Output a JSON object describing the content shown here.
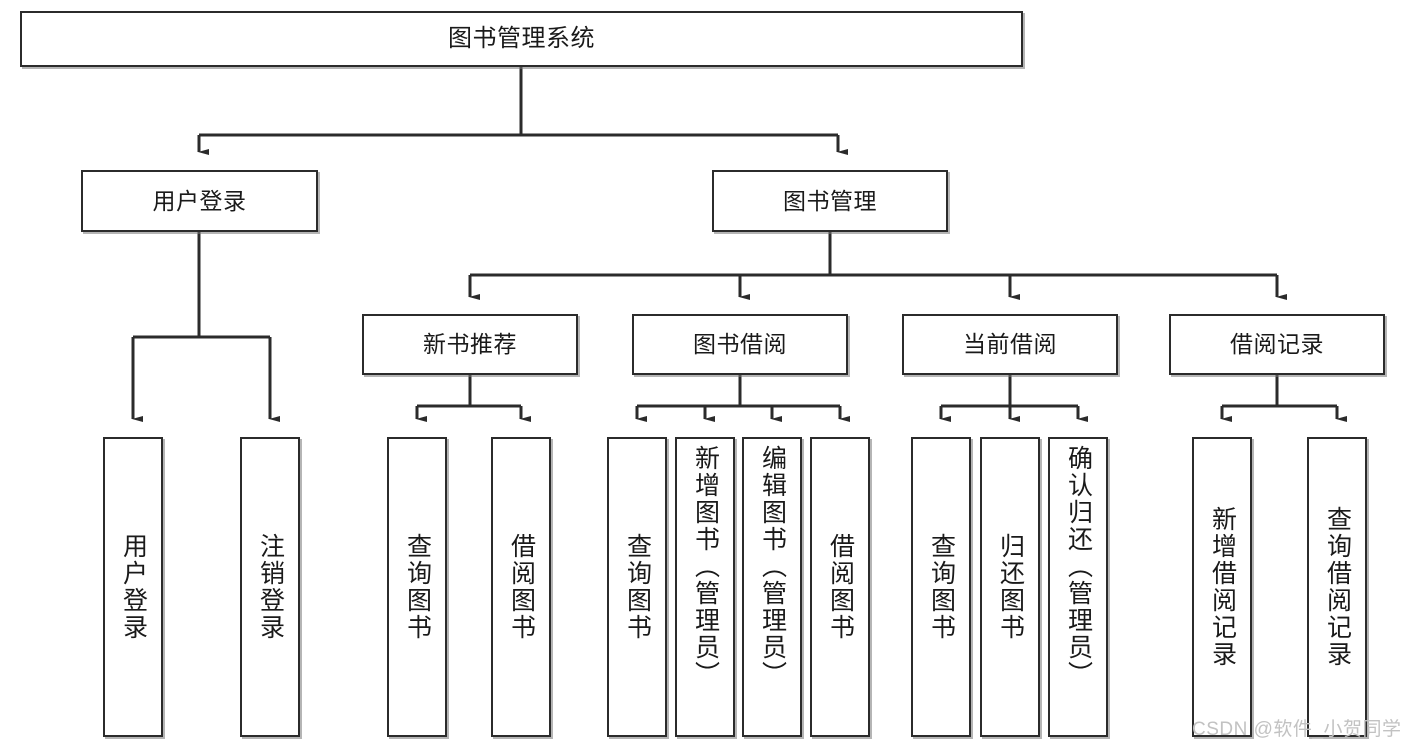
{
  "diagram": {
    "type": "hierarchy-tree",
    "title": "图书管理系统",
    "watermark": "CSDN @软件_小贺同学",
    "colors": {
      "box_border": "#2b2b2b",
      "box_fill": "#ffffff",
      "connector": "#2b2b2b",
      "text": "#1a1a1a",
      "watermark": "#c2c2c2",
      "background": "#ffffff"
    },
    "levels": {
      "root": "图书管理系统",
      "level2": [
        "用户登录",
        "图书管理"
      ],
      "level3": [
        "新书推荐",
        "图书借阅",
        "当前借阅",
        "借阅记录"
      ]
    },
    "nodes": {
      "root": {
        "label": "图书管理系统"
      },
      "user_login": {
        "label": "用户登录"
      },
      "book_mgmt": {
        "label": "图书管理"
      },
      "new_book_rec": {
        "label": "新书推荐"
      },
      "book_borrow": {
        "label": "图书借阅"
      },
      "current_borrow": {
        "label": "当前借阅"
      },
      "borrow_record": {
        "label": "借阅记录"
      },
      "leaf_user_login": {
        "label": "用户登录"
      },
      "leaf_logout": {
        "label": "注销登录"
      },
      "leaf_query_book_a": {
        "label": "查询图书"
      },
      "leaf_borrow_book_a": {
        "label": "借阅图书"
      },
      "leaf_query_book_b": {
        "label": "查询图书"
      },
      "leaf_add_book": {
        "label": "新增图书（管理员）"
      },
      "leaf_edit_book": {
        "label": "编辑图书（管理员）"
      },
      "leaf_borrow_book_b": {
        "label": "借阅图书"
      },
      "leaf_query_book_c": {
        "label": "查询图书"
      },
      "leaf_return_book": {
        "label": "归还图书"
      },
      "leaf_confirm_return": {
        "label": "确认归还（管理员）"
      },
      "leaf_add_record": {
        "label": "新增借阅记录"
      },
      "leaf_query_record": {
        "label": "查询借阅记录"
      }
    },
    "edges": [
      {
        "from": "root",
        "to": "user_login"
      },
      {
        "from": "root",
        "to": "book_mgmt"
      },
      {
        "from": "user_login",
        "to": "leaf_user_login"
      },
      {
        "from": "user_login",
        "to": "leaf_logout"
      },
      {
        "from": "book_mgmt",
        "to": "new_book_rec"
      },
      {
        "from": "book_mgmt",
        "to": "book_borrow"
      },
      {
        "from": "book_mgmt",
        "to": "current_borrow"
      },
      {
        "from": "book_mgmt",
        "to": "borrow_record"
      },
      {
        "from": "new_book_rec",
        "to": "leaf_query_book_a"
      },
      {
        "from": "new_book_rec",
        "to": "leaf_borrow_book_a"
      },
      {
        "from": "book_borrow",
        "to": "leaf_query_book_b"
      },
      {
        "from": "book_borrow",
        "to": "leaf_add_book"
      },
      {
        "from": "book_borrow",
        "to": "leaf_edit_book"
      },
      {
        "from": "book_borrow",
        "to": "leaf_borrow_book_b"
      },
      {
        "from": "current_borrow",
        "to": "leaf_query_book_c"
      },
      {
        "from": "current_borrow",
        "to": "leaf_return_book"
      },
      {
        "from": "current_borrow",
        "to": "leaf_confirm_return"
      },
      {
        "from": "borrow_record",
        "to": "leaf_add_record"
      },
      {
        "from": "borrow_record",
        "to": "leaf_query_record"
      }
    ]
  }
}
